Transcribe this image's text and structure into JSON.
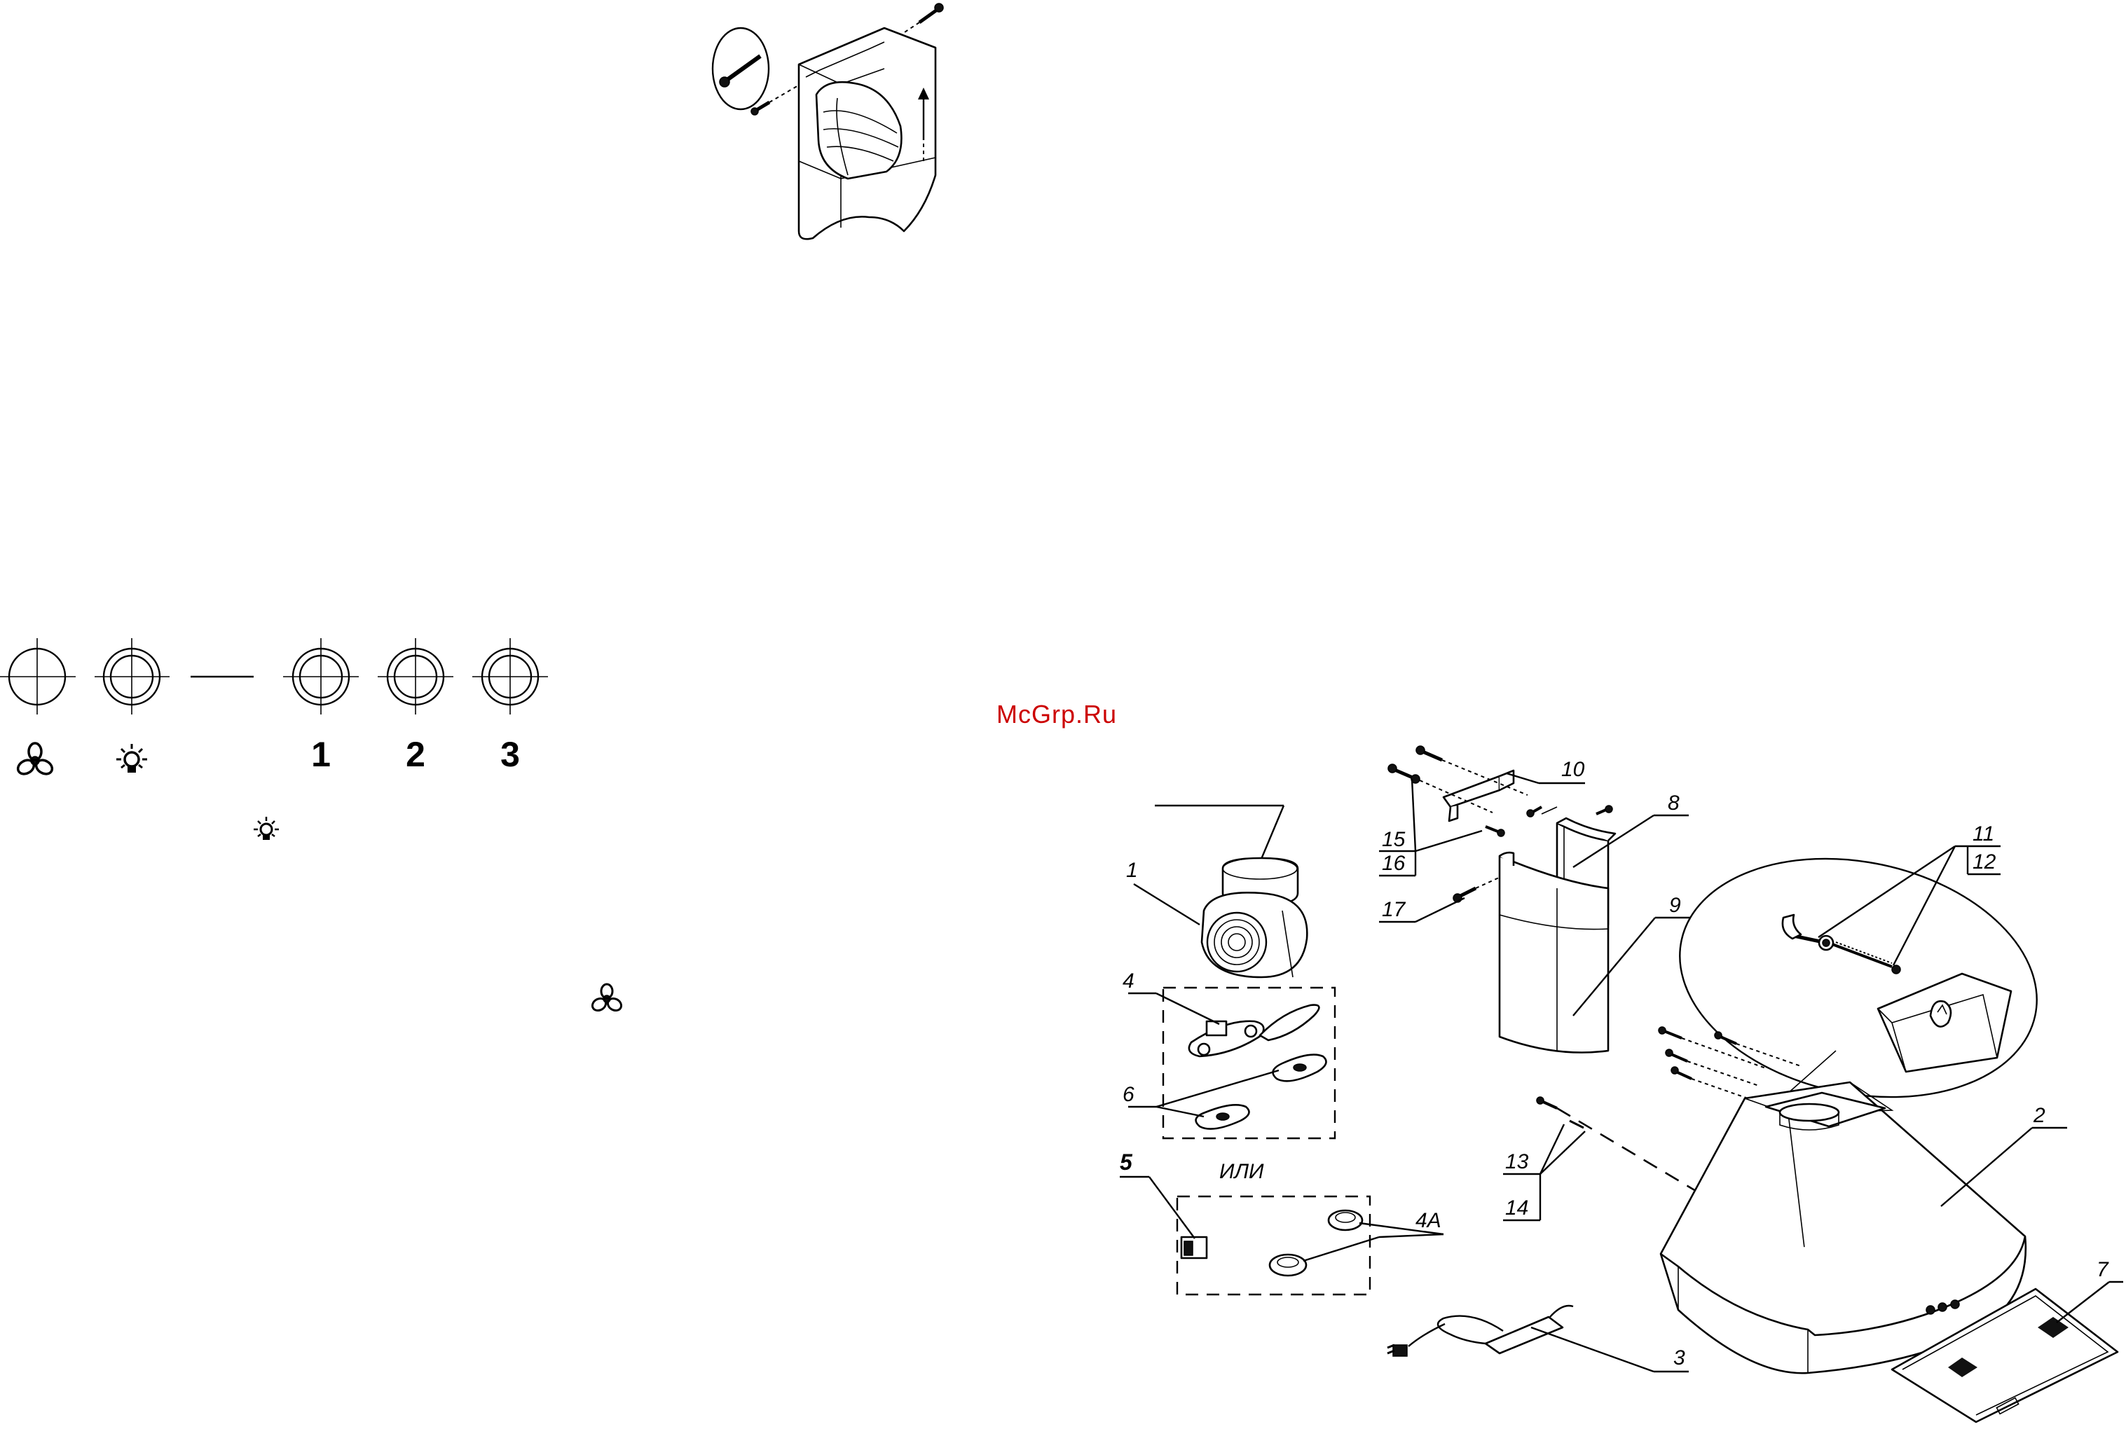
{
  "watermark": "McGrp.Ru",
  "control_panel": {
    "buttons": [
      {
        "symbol": "fan-icon",
        "caption": ""
      },
      {
        "symbol": "light-icon",
        "caption": ""
      },
      {
        "symbol": "",
        "caption": "1"
      },
      {
        "symbol": "",
        "caption": "2"
      },
      {
        "symbol": "",
        "caption": "3"
      }
    ],
    "legend_icons": [
      "light-icon",
      "fan-icon"
    ]
  },
  "exploded_view": {
    "callouts": {
      "p1": "1",
      "p2": "2",
      "p3": "3",
      "p4": "4",
      "p4a": "4A",
      "p5": "5",
      "p6": "6",
      "p7": "7",
      "p8": "8",
      "p9": "9",
      "p10": "10",
      "p11": "11",
      "p12": "12",
      "p13": "13",
      "p14": "14",
      "p15": "15",
      "p16": "16",
      "p17": "17"
    },
    "or_label": "ИЛИ"
  }
}
